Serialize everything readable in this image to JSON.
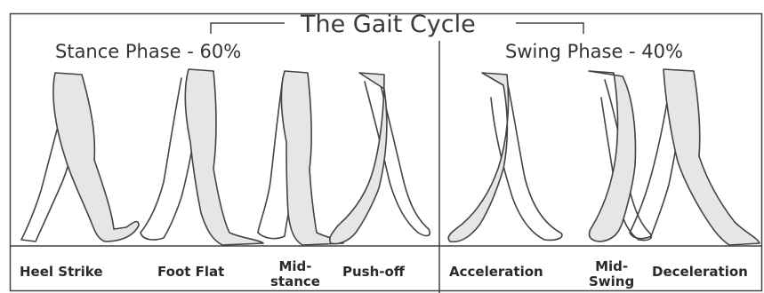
{
  "diagram": {
    "title": "The Gait Cycle",
    "phases": [
      {
        "id": "stance",
        "label": "Stance Phase - 60%"
      },
      {
        "id": "swing",
        "label": "Swing Phase - 40%"
      }
    ],
    "stages": [
      {
        "label": "Heel Strike",
        "phase": "stance"
      },
      {
        "label": "Foot Flat",
        "phase": "stance"
      },
      {
        "label": "Mid-\nstance",
        "phase": "stance"
      },
      {
        "label": "Push-off",
        "phase": "stance"
      },
      {
        "label": "Acceleration",
        "phase": "swing"
      },
      {
        "label": "Mid-\nSwing",
        "phase": "swing"
      },
      {
        "label": "Deceleration",
        "phase": "swing"
      }
    ]
  },
  "colors": {
    "line": "#444444",
    "leg_fill": "#e6e6e6",
    "text": "#333333"
  }
}
